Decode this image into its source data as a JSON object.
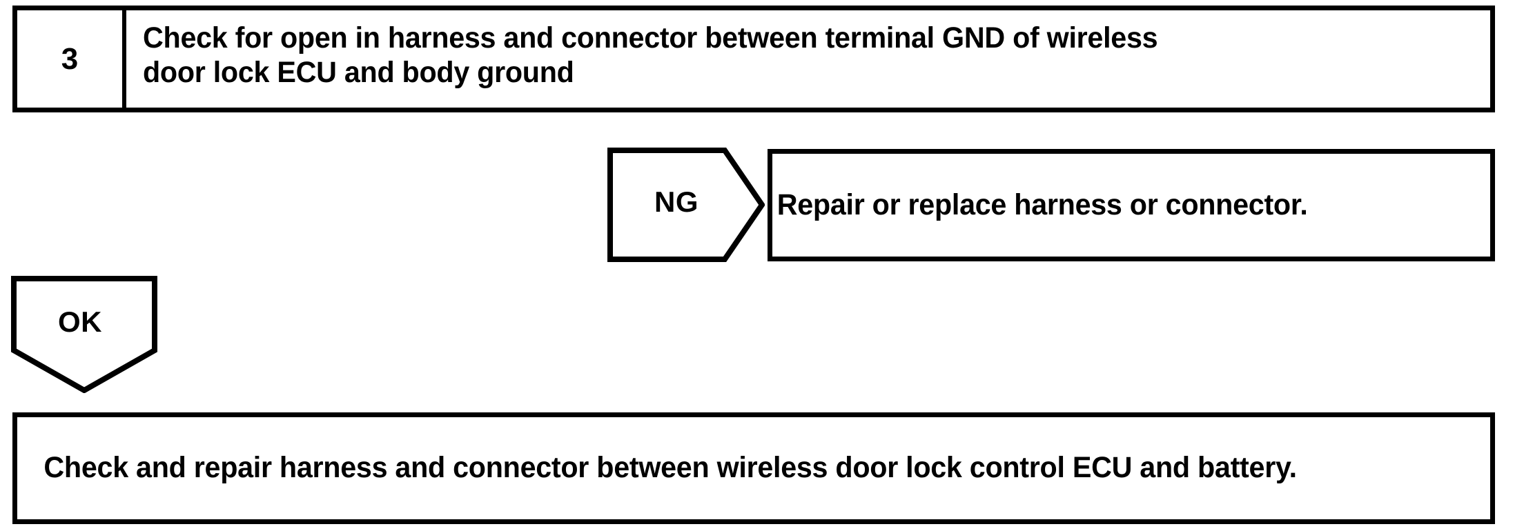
{
  "diagram": {
    "type": "troubleshooting-flowchart",
    "ink_color": "#000000",
    "background_color": "#ffffff"
  },
  "step": {
    "number": "3",
    "instruction_line_1": "Check for open in harness and connector between terminal GND of wireless",
    "instruction_line_2": "door lock ECU and body ground"
  },
  "branches": {
    "ng": {
      "label": "NG",
      "result_text": "Repair or replace harness or connector."
    },
    "ok": {
      "label": "OK"
    }
  },
  "result": {
    "text": "Check and repair harness and connector between wireless door lock control ECU and battery."
  }
}
